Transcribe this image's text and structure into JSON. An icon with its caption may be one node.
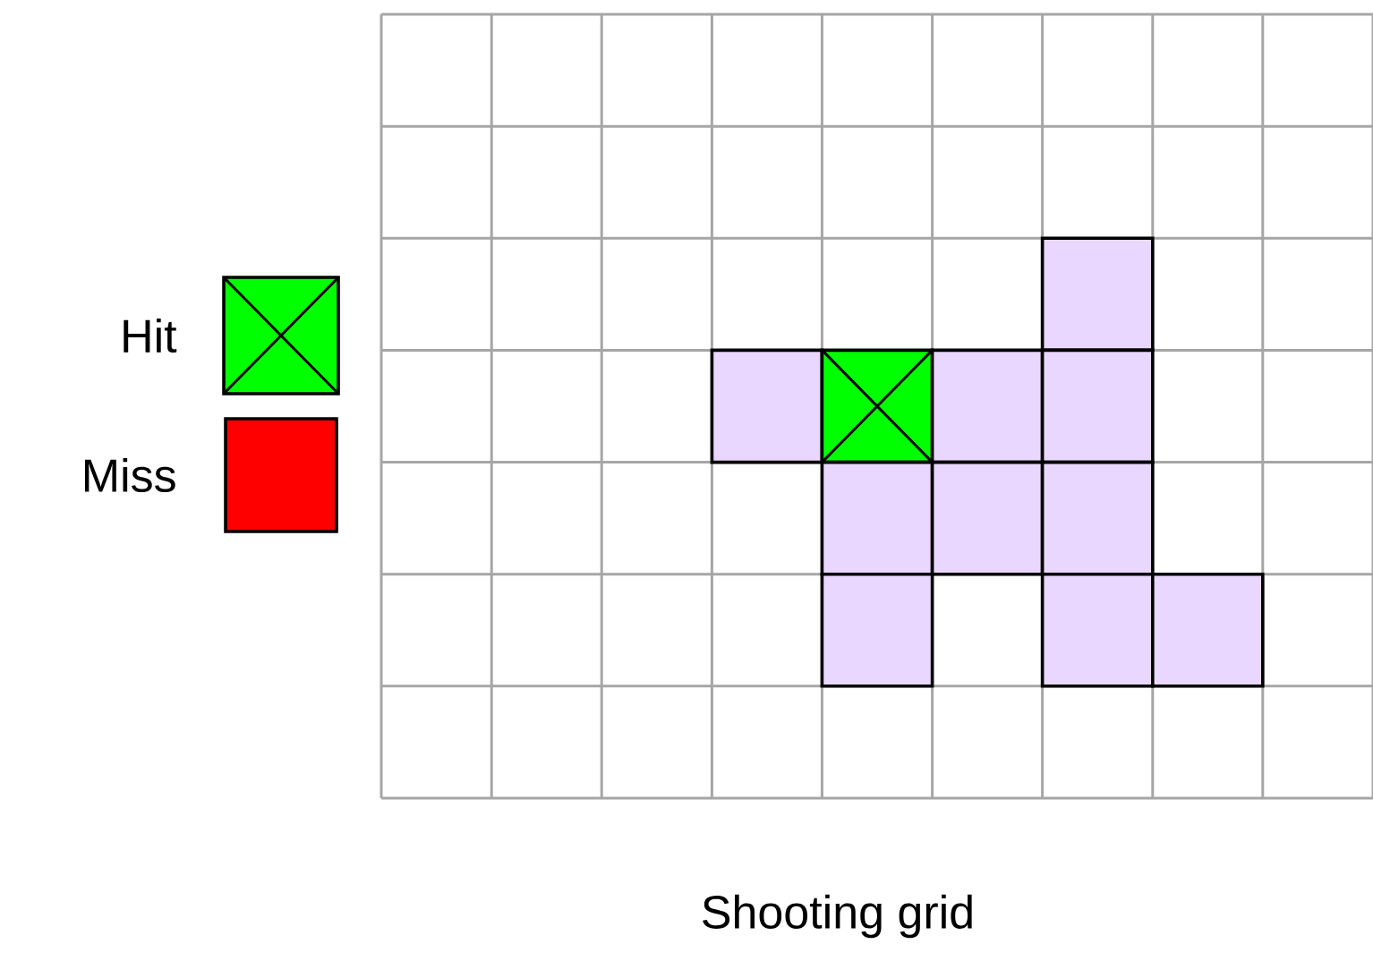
{
  "diagram": {
    "caption": "Shooting grid",
    "legend": [
      {
        "text": "Hit",
        "color": "#00ff00"
      },
      {
        "text": "Miss",
        "color": "#ff0000"
      }
    ]
  }
}
